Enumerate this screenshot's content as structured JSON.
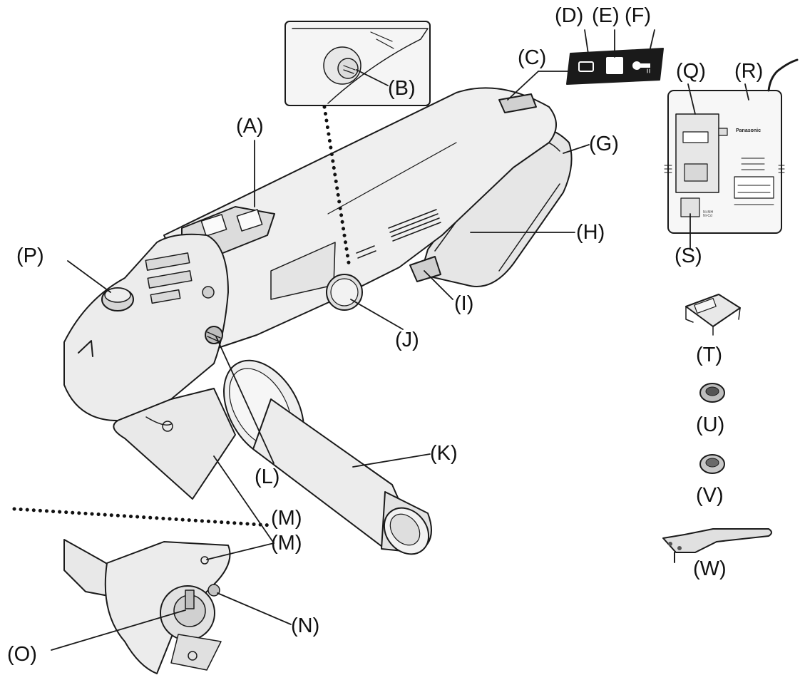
{
  "labels": {
    "A": "(A)",
    "B": "(B)",
    "C": "(C)",
    "D": "(D)",
    "E": "(E)",
    "F": "(F)",
    "G": "(G)",
    "H": "(H)",
    "I": "(I)",
    "J": "(J)",
    "K": "(K)",
    "L": "(L)",
    "M1": "(M)",
    "M2": "(M)",
    "N": "(N)",
    "O": "(O)",
    "P": "(P)",
    "Q": "(Q)",
    "R": "(R)",
    "S": "(S)",
    "T": "(T)",
    "U": "(U)",
    "V": "(V)",
    "W": "(W)"
  },
  "charger": {
    "brand": "Panasonic",
    "battery_type": "Ni-MH\nNi-Cd"
  },
  "colors": {
    "line": "#1a1a1a",
    "body_fill": "#efefef",
    "shade": "#d9d9d9",
    "dark": "#555555"
  }
}
